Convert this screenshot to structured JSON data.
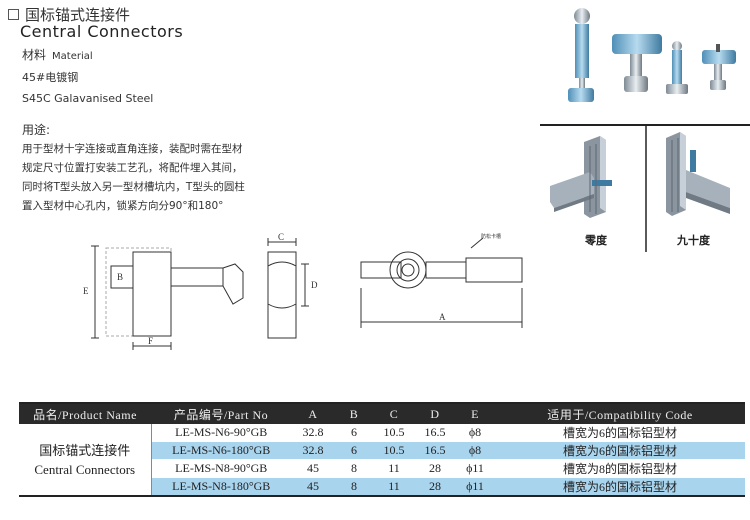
{
  "header": {
    "title_cn": "国标锚式连接件",
    "title_en": "Central Connectors"
  },
  "material": {
    "label_cn": "材料",
    "label_en": "Material",
    "value_cn": "45#电镀钢",
    "value_en": "S45C Galavanised Steel"
  },
  "usage": {
    "heading": "用途:",
    "lines": [
      "用于型材十字连接或直角连接，装配时需在型材",
      "规定尺寸位置打安装工艺孔，将配件埋入其间，",
      "同时将T型头放入另一型材槽坑内，T型头的圆柱",
      "置入型材中心孔内，锁紧方向分90°和180°"
    ]
  },
  "photos": {
    "zero_degree": "零度",
    "ninety_degree": "九十度"
  },
  "drawing": {
    "dims": [
      "A",
      "B",
      "C",
      "D",
      "E",
      "F"
    ],
    "callout": "防松卡槽"
  },
  "table": {
    "headers": [
      "品名/Product Name",
      "产品编号/Part No",
      "A",
      "B",
      "C",
      "D",
      "E",
      "适用于/Compatibility Code"
    ],
    "product_name_cn": "国标锚式连接件",
    "product_name_en": "Central Connectors",
    "rows": [
      {
        "part": "LE-MS-N6-90°GB",
        "a": "32.8",
        "b": "6",
        "c": "10.5",
        "d": "16.5",
        "e": "ϕ8",
        "compat": "槽宽为6的国标铝型材"
      },
      {
        "part": "LE-MS-N6-180°GB",
        "a": "32.8",
        "b": "6",
        "c": "10.5",
        "d": "16.5",
        "e": "ϕ8",
        "compat": "槽宽为6的国标铝型材"
      },
      {
        "part": "LE-MS-N8-90°GB",
        "a": "45",
        "b": "8",
        "c": "11",
        "d": "28",
        "e": "ϕ11",
        "compat": "槽宽为8的国标铝型材"
      },
      {
        "part": "LE-MS-N8-180°GB",
        "a": "45",
        "b": "8",
        "c": "11",
        "d": "28",
        "e": "ϕ11",
        "compat": "槽宽为6的国标铝型材"
      }
    ]
  },
  "colors": {
    "header_bg": "#2a2a2a",
    "row_highlight": "#a9d4ee"
  }
}
